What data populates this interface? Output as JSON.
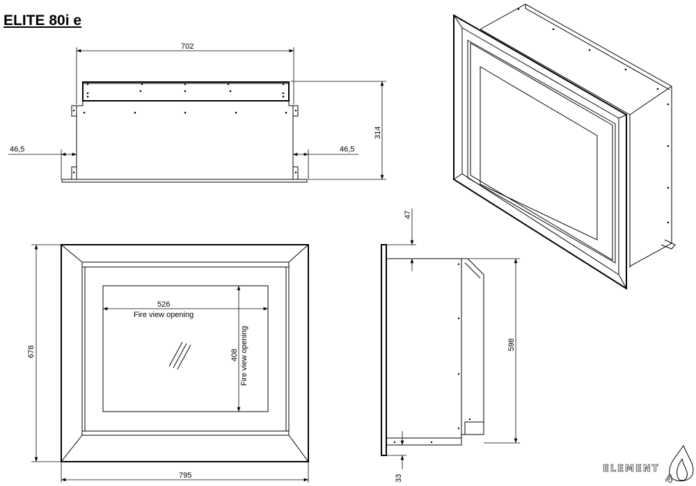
{
  "title": "ELITE 80i e",
  "top_view": {
    "width": "702",
    "height": "314",
    "left_offset": "46,5",
    "right_offset": "46,5"
  },
  "front_view": {
    "fire_width": "526",
    "fire_width_label": "Fire view opening",
    "fire_height": "408",
    "fire_height_label": "Fire view opening",
    "total_height": "678",
    "total_width": "795"
  },
  "side_view": {
    "top_offset": "47",
    "height": "598",
    "bottom_offset": "33"
  },
  "logo": {
    "text": "ELEMENT",
    "number": "4"
  }
}
